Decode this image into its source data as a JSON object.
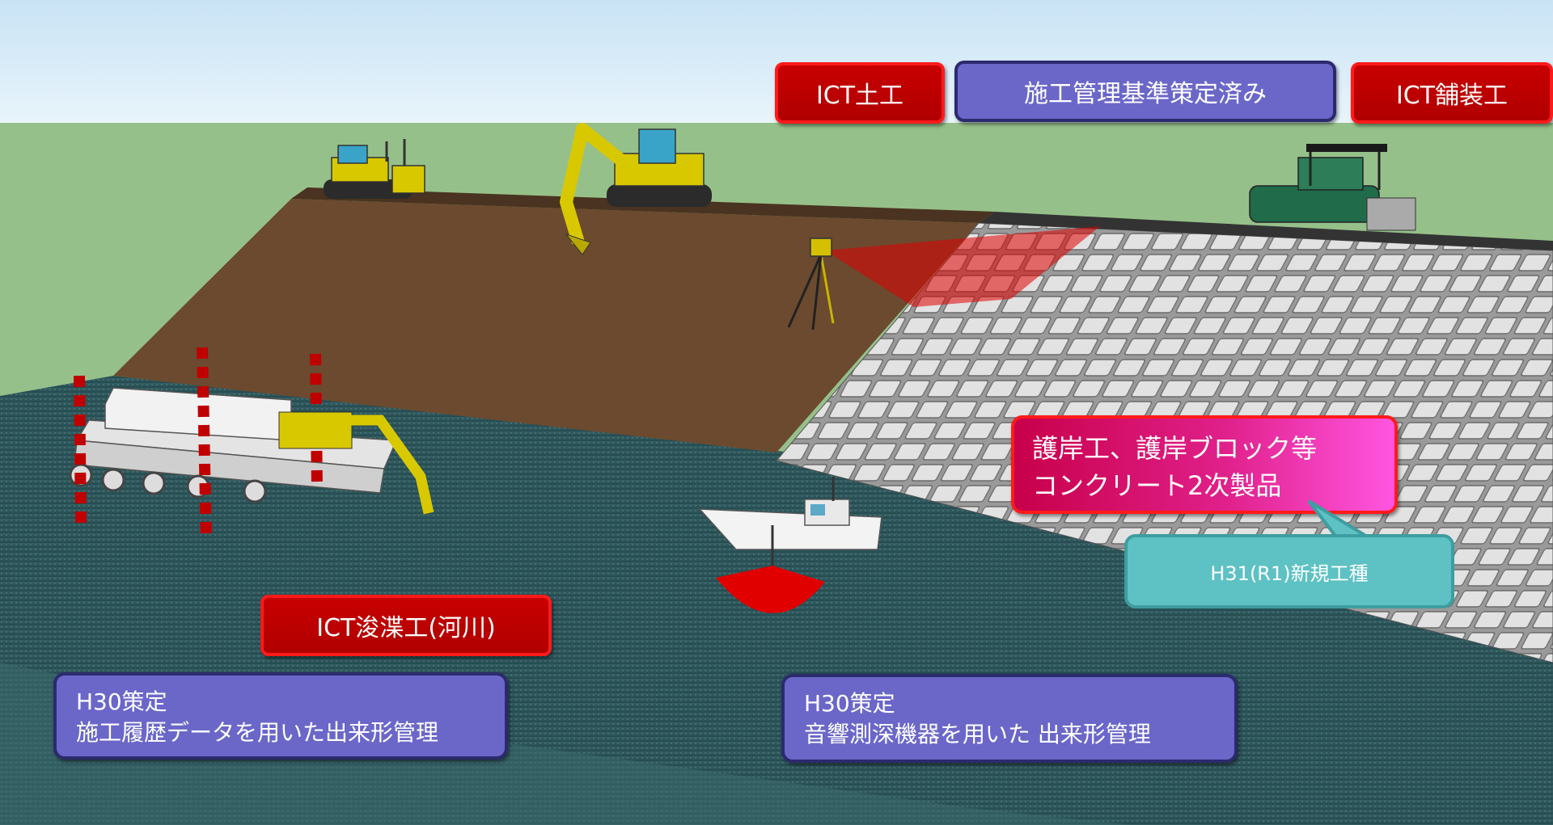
{
  "labels": {
    "ict_earthwork": "ICT土工",
    "standards_done": "施工管理基準策定済み",
    "ict_paving": "ICT舗装工",
    "ict_dredging": "ICT浚渫工(河川)",
    "revetment_line1": "護岸工、護岸ブロック等",
    "revetment_line2": "コンクリート2次製品",
    "new_type": "H31(R1)新規工種",
    "left_note_line1": "H30策定",
    "left_note_line2": "施工履歴データを用いた出来形管理",
    "right_note_line1": "H30策定",
    "right_note_line2": "音響測深機器を用いた 出来形管理"
  },
  "colors": {
    "sky": "#d9ecf8",
    "grass": "#96c08a",
    "embankment": "#6b4a2f",
    "embankment_top": "#3a2a1c",
    "water": "#2c5a5e",
    "block": "#d8d8d8",
    "label_red": "#c00000",
    "label_blue": "#6b67c9",
    "callout_teal": "#5ec1c4"
  }
}
